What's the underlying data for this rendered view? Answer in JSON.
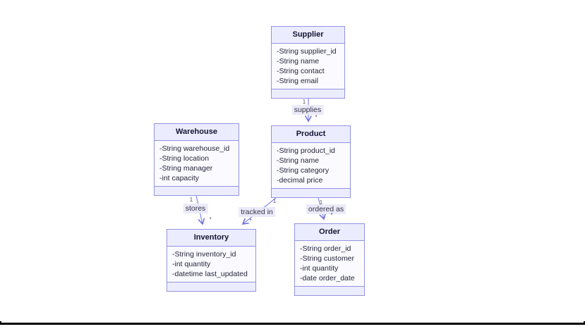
{
  "diagram": {
    "type": "uml-class-diagram",
    "classes": [
      {
        "name": "Supplier",
        "attributes": [
          "-String supplier_id",
          "-String name",
          "-String contact",
          "-String email"
        ]
      },
      {
        "name": "Warehouse",
        "attributes": [
          "-String warehouse_id",
          "-String location",
          "-String manager",
          "-int capacity"
        ]
      },
      {
        "name": "Product",
        "attributes": [
          "-String product_id",
          "-String name",
          "-String category",
          "-decimal price"
        ]
      },
      {
        "name": "Inventory",
        "attributes": [
          "-String inventory_id",
          "-int quantity",
          "-datetime last_updated"
        ]
      },
      {
        "name": "Order",
        "attributes": [
          "-String order_id",
          "-String customer",
          "-int quantity",
          "-date order_date"
        ]
      }
    ],
    "relationships": [
      {
        "from": "Supplier",
        "to": "Product",
        "label": "supplies",
        "from_cardinality": "1",
        "to_cardinality": "*"
      },
      {
        "from": "Warehouse",
        "to": "Inventory",
        "label": "stores",
        "from_cardinality": "1",
        "to_cardinality": "*"
      },
      {
        "from": "Product",
        "to": "Inventory",
        "label": "tracked in",
        "from_cardinality": "1",
        "to_cardinality": "*"
      },
      {
        "from": "Product",
        "to": "Order",
        "label": "ordered as",
        "from_cardinality": "1",
        "to_cardinality": "*"
      }
    ],
    "colors": {
      "box_border": "#9394e0",
      "header_fill": "#ececff",
      "body_fill": "#fafaff",
      "relation_line": "#8087e8",
      "arrowhead": "#6a70d8",
      "label_background": "#e8e8f8",
      "text": "#22223a"
    }
  }
}
